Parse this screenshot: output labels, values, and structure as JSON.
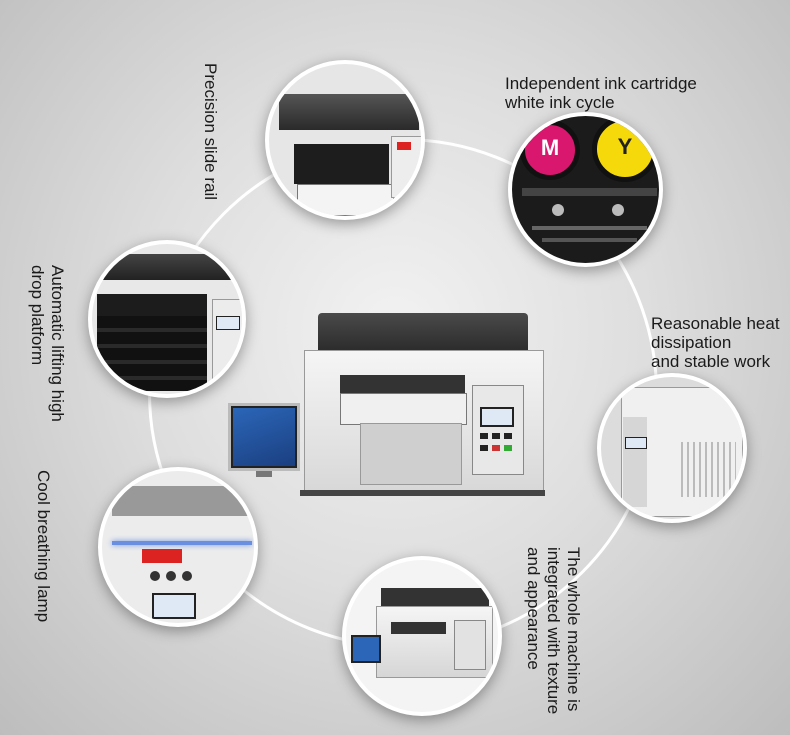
{
  "features": {
    "rail": "Precision slide rail",
    "ink_line1": "Independent ink cartridge",
    "ink_line2": "white ink cycle",
    "heat_line1": "Reasonable heat",
    "heat_line2": "dissipation",
    "heat_line3": "and stable work",
    "platform": "Automatic lifting high drop platform",
    "lamp": "Cool breathing lamp",
    "integrated": "The whole machine is integrated with texture and appearance"
  },
  "cartridges": {
    "magenta_letter": "M",
    "yellow_letter": "Y"
  },
  "colors": {
    "magenta": "#d9176e",
    "yellow": "#f5d90a",
    "screen": "#3f7fc9"
  }
}
